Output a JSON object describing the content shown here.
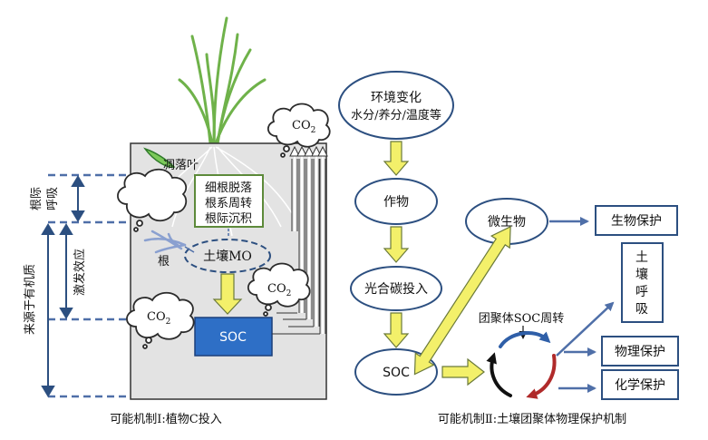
{
  "diagram": {
    "left": {
      "caption": "可能机制Ⅰ:植物C投入",
      "fallen_leaf": "凋落叶",
      "root_label": "根",
      "root_box": [
        "细根脱落",
        "根系周转",
        "根际沉积"
      ],
      "soil_mo": "土壤MO",
      "soc": "SOC",
      "co2": "CO",
      "co2_sub": "2",
      "side_labels": {
        "rhizo_resp": [
          "根际",
          "呼吸"
        ],
        "priming": "激发效应",
        "organic_source": "来源于有机质"
      }
    },
    "right": {
      "caption": "可能机制Ⅱ:土壤团聚体物理保护机制",
      "env_change": [
        "环境变化",
        "水分/养分/温度等"
      ],
      "crop": "作物",
      "photo_c": "光合碳投入",
      "soc": "SOC",
      "microbe": "微生物",
      "aggregate_turnover": "团聚体SOC周转",
      "bio_protect": "生物保护",
      "soil_resp": [
        "土",
        "壤",
        "呼",
        "吸"
      ],
      "phys_protect": "物理保护",
      "chem_protect": "化学保护"
    }
  },
  "colors": {
    "soil_bg": "#e3e3e3",
    "yellow_arrow": "#f3f06a",
    "yellow_arrow_edge": "#6b7a3a",
    "blue_line": "#4f6fa8",
    "navy": "#2c4f80",
    "soc_box": "#2e6fc6",
    "root_box_border": "#5d8a3a",
    "grass": "#6fb24a",
    "cycle_blue": "#2f5fa8",
    "cycle_red": "#b02a2a",
    "cycle_black": "#111111"
  }
}
